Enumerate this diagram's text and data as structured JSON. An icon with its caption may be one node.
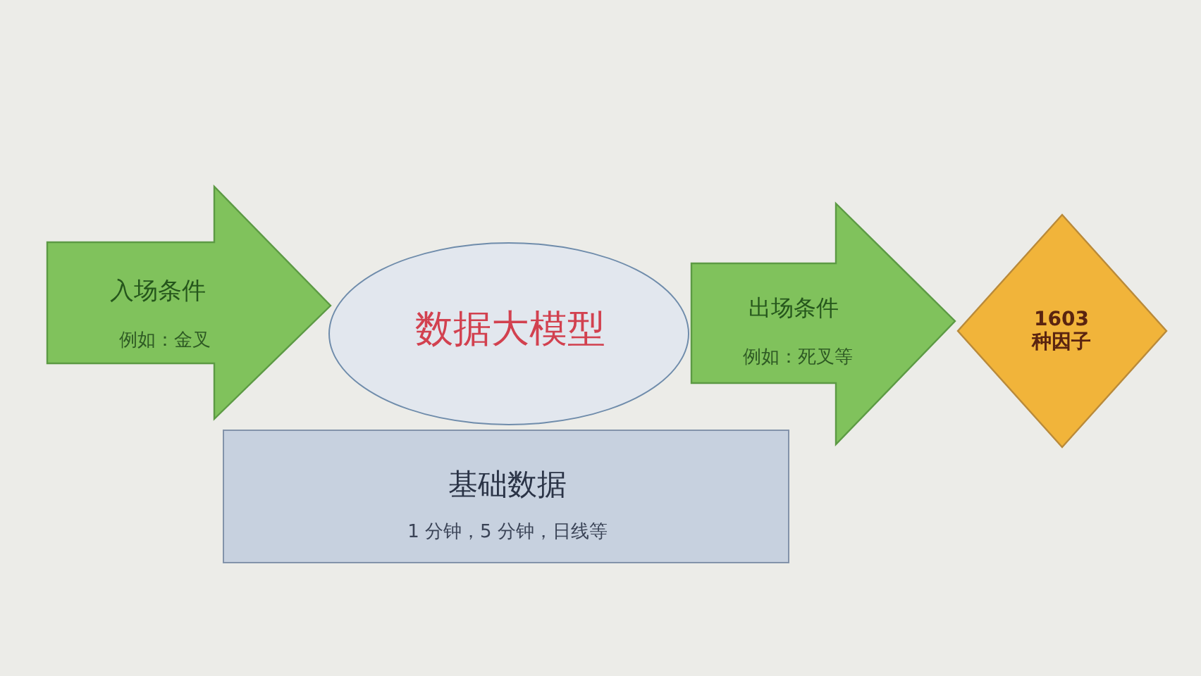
{
  "diagram": {
    "nodes": [
      {
        "text": [
          "入场条件",
          "例如：金叉"
        ]
      },
      {
        "text": [
          "数据大模型"
        ]
      },
      {
        "text": [
          "出场条件",
          "例如：死叉等"
        ]
      },
      {
        "text": [
          "1603 种因子"
        ]
      },
      {
        "text": [
          "基础数据",
          "1 分钟，5 分钟，日线等"
        ]
      }
    ]
  }
}
